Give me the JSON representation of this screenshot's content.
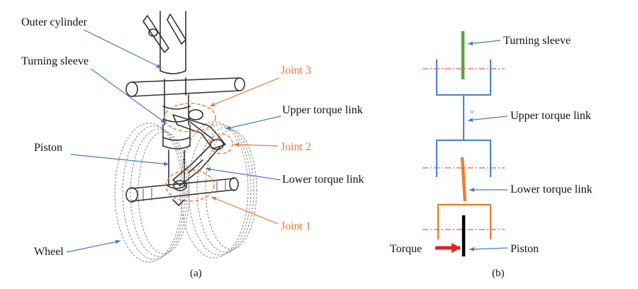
{
  "panel_a": {
    "caption": "(a)",
    "labels": {
      "outer_cylinder": "Outer cylinder",
      "turning_sleeve": "Turning sleeve",
      "piston": "Piston",
      "wheel": "Wheel",
      "upper_torque_link": "Upper torque link",
      "lower_torque_link": "Lower torque link",
      "joint_3": "Joint 3",
      "joint_2": "Joint 2",
      "joint_1": "Joint 1"
    }
  },
  "panel_b": {
    "caption": "(b)",
    "labels": {
      "turning_sleeve": "Turning sleeve",
      "upper_torque_link": "Upper torque link",
      "lower_torque_link": "Lower torque link",
      "piston": "Piston",
      "torque": "Torque"
    }
  },
  "colors": {
    "blue_label_arrow": "#4a78c8",
    "orange_joint": "#e07b39",
    "turning_sleeve": "#5aa43a",
    "upper_link": "#4f86d0",
    "lower_link": "#ee7d30",
    "piston": "#000000",
    "torque_arrow": "#e52020",
    "axis_line": "#e53030"
  }
}
